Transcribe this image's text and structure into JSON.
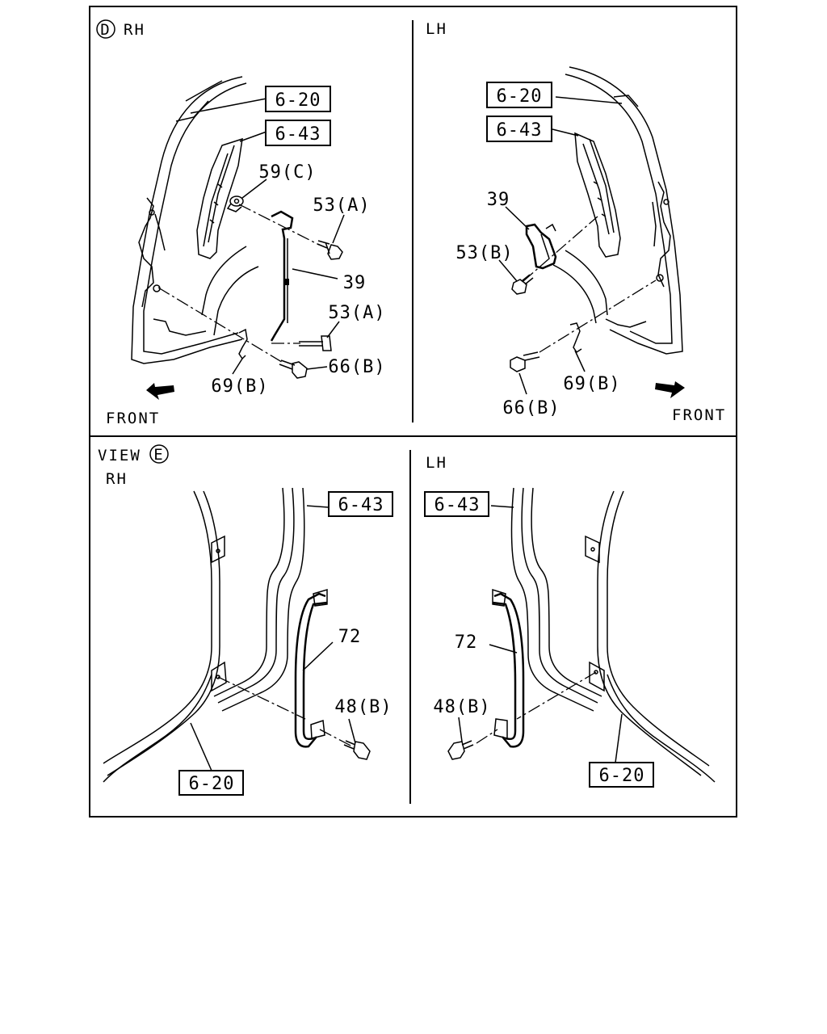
{
  "panels": {
    "top_left": {
      "marker": "D",
      "side": "RH",
      "front": "FRONT",
      "refs": [
        "6-20",
        "6-43"
      ],
      "parts": [
        "59(C)",
        "53(A)",
        "39",
        "53(A)",
        "66(B)",
        "69(B)"
      ]
    },
    "top_right": {
      "side": "LH",
      "front": "FRONT",
      "refs": [
        "6-20",
        "6-43"
      ],
      "parts": [
        "39",
        "53(B)",
        "69(B)",
        "66(B)"
      ]
    },
    "bottom_left": {
      "view": "VIEW",
      "marker": "E",
      "side": "RH",
      "refs": [
        "6-43",
        "6-20"
      ],
      "parts": [
        "72",
        "48(B)"
      ]
    },
    "bottom_right": {
      "side": "LH",
      "refs": [
        "6-43",
        "6-20"
      ],
      "parts": [
        "72",
        "48(B)"
      ]
    }
  },
  "icons": [
    "front-arrow-icon",
    "circled-letter-icon",
    "bolt-icon",
    "clip-icon",
    "bracket-icon"
  ]
}
